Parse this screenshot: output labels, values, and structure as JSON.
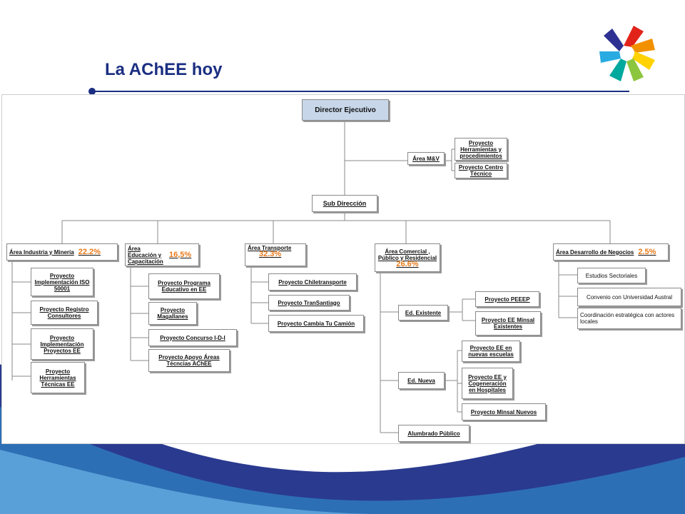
{
  "header": {
    "title": "La AChEE hoy"
  },
  "org": {
    "director": "Director Ejecutivo",
    "area_mv": "Área M&V",
    "mv_projects": [
      "Proyecto Herramientas y procedimientos",
      "Proyecto Centro Técnico"
    ],
    "subdireccion": "Sub Dirección",
    "areas": [
      {
        "label": "Área Industria y Minería",
        "pct": "22.2%"
      },
      {
        "label": "Área Educación y Capacitación",
        "pct": "16,5%"
      },
      {
        "label": "Área Transporte",
        "pct": "32.3%"
      },
      {
        "label": "Área Comercial , Público y Residencial",
        "pct": "26.6%"
      },
      {
        "label": "Área Desarrollo de Negocios",
        "pct": "2.5%"
      }
    ],
    "industria_projects": [
      "Proyecto Implementación ISO 50001",
      "Proyecto Registro Consultores",
      "Proyecto Implementación Proyectos EE",
      "Proyecto Herramientas Técnicas EE"
    ],
    "educacion_projects": [
      "Proyecto Programa Educativo en EE",
      "Proyecto Magallanes",
      "Proyecto Concurso I-D-I",
      "Proyecto Apoyo Áreas Técncias AChEE"
    ],
    "transporte_projects": [
      "Proyecto Chiletransporte",
      "Proyecto TranSantiago",
      "Proyecto Cambia Tu Camión"
    ],
    "comercial_sub": [
      "Ed. Existente",
      "Ed. Nueva",
      "Alumbrado Público"
    ],
    "existente_projects": [
      "Proyecto PEEEP",
      "Proyecto EE Minsal Existentes"
    ],
    "nueva_projects": [
      "Proyecto EE en nuevas escuelas",
      "Proyecto EE y Cogeneración en Hospitales",
      "Proyecto Minsal Nuevos"
    ],
    "negocios_items": [
      "Estudios Sectoriales",
      "Convenio con Universidad Austral",
      "Coordinación estratégica con actores locales"
    ]
  }
}
